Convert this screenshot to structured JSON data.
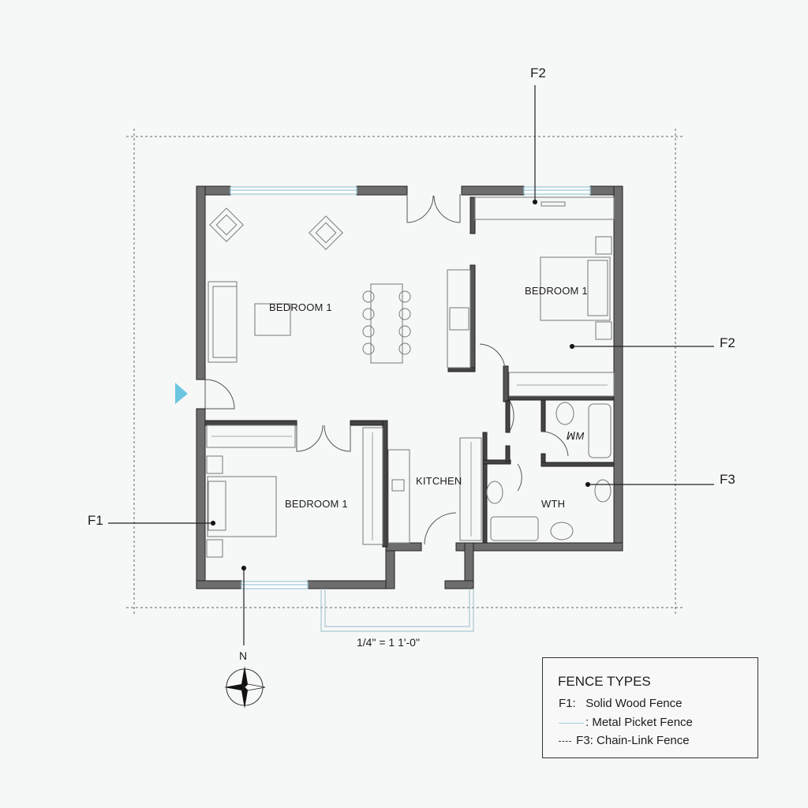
{
  "plan": {
    "rooms": [
      {
        "id": "living",
        "label": "BEDROOM 1"
      },
      {
        "id": "bedroom-east",
        "label": "BEDROOM 1"
      },
      {
        "id": "bedroom-south",
        "label": "BEDROOM 1"
      },
      {
        "id": "kitchen",
        "label": "KITCHEN"
      },
      {
        "id": "bath",
        "label": "WTH"
      },
      {
        "id": "wc-note",
        "label": "ꟽM"
      }
    ],
    "callouts": {
      "f2_top": "F2",
      "f2_right": "F2",
      "f3_right": "F3",
      "f1_left": "F1"
    },
    "scale_text": "1/4\" = 1 1'-0\"",
    "north_label": "N",
    "entry_marker_color": "#6cc6e0",
    "wall_color": "#6d6d6d",
    "window_color": "#9cc8d8"
  },
  "legend": {
    "title": "FENCE TYPES",
    "items": [
      {
        "key": "F1:",
        "label": "Solid Wood Fence",
        "swatch": "none"
      },
      {
        "key": ":",
        "label": "Metal Picket Fence",
        "swatch": "solid-light-blue"
      },
      {
        "key": "F3:",
        "label": "Chain-Link Fence",
        "swatch": "dashed"
      }
    ]
  }
}
